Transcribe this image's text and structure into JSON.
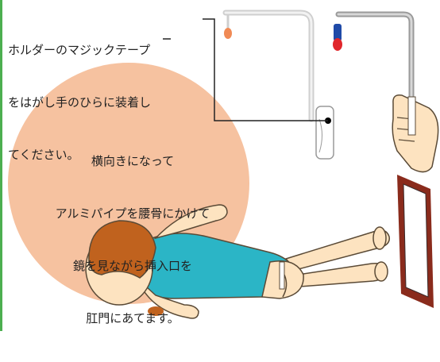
{
  "instruction_top": {
    "line1": "ホルダーのマジックテープ",
    "line2": "をはがし手のひらに装着し",
    "line3": "てください。"
  },
  "instruction_circle": {
    "line1": "横向きになって",
    "line2": "アルミパイプを腰骨にかけて",
    "line3": "鏡を見ながら挿入口を",
    "line4": "肛門にあてます。"
  },
  "colors": {
    "circle_fill": "#f6c2a0",
    "shirt": "#2bb5c6",
    "hair": "#c0621e",
    "skin": "#fde3c0",
    "mirror_frame": "#8a2b1c",
    "pipe": "#bfbfbf",
    "accent_border": "#4caf50"
  },
  "icons": [
    "holder-diagram-icon",
    "hand-holding-pipe-icon",
    "mirror-icon",
    "lying-person-icon"
  ]
}
